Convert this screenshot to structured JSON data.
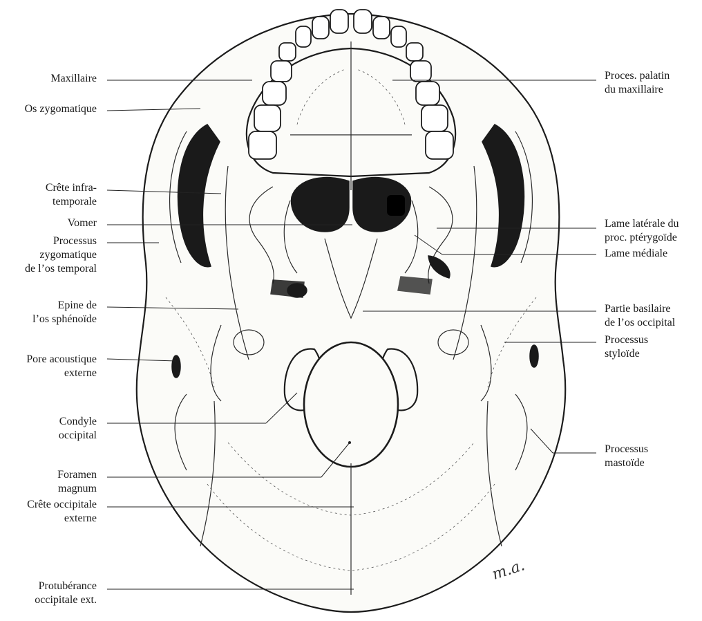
{
  "labels_left": [
    {
      "id": "maxillaire",
      "lines": [
        "Maxillaire"
      ]
    },
    {
      "id": "os-zygomatique",
      "lines": [
        "Os zygomatique"
      ]
    },
    {
      "id": "crete-infratemporale",
      "lines": [
        "Crête infra-",
        "temporale"
      ]
    },
    {
      "id": "vomer",
      "lines": [
        "Vomer"
      ]
    },
    {
      "id": "processus-zygomatique",
      "lines": [
        "Processus",
        "zygomatique",
        "de l’os temporal"
      ]
    },
    {
      "id": "epine-sphenoide",
      "lines": [
        "Epine de",
        "l’os sphénoïde"
      ]
    },
    {
      "id": "pore-acoustique",
      "lines": [
        "Pore acoustique",
        "externe"
      ]
    },
    {
      "id": "condyle-occipital",
      "lines": [
        "Condyle",
        "occipital"
      ]
    },
    {
      "id": "foramen-magnum",
      "lines": [
        "Foramen",
        "magnum"
      ]
    },
    {
      "id": "crete-occipitale",
      "lines": [
        "Crête occipitale",
        "externe"
      ]
    },
    {
      "id": "protuberance",
      "lines": [
        "Protubérance",
        "occipitale ext."
      ]
    }
  ],
  "labels_right": [
    {
      "id": "proces-palatin",
      "lines": [
        "Proces. palatin",
        "du maxillaire"
      ]
    },
    {
      "id": "lame-laterale",
      "lines": [
        "Lame latérale du",
        "proc. ptérygoïde"
      ]
    },
    {
      "id": "lame-mediale",
      "lines": [
        "Lame médiale"
      ]
    },
    {
      "id": "partie-basilaire",
      "lines": [
        "Partie basilaire",
        "de l’os occipital"
      ]
    },
    {
      "id": "processus-styloide",
      "lines": [
        "Processus",
        "styloïde"
      ]
    },
    {
      "id": "processus-mastoide",
      "lines": [
        "Processus",
        "mastoïde"
      ]
    }
  ],
  "signature": "m.a."
}
